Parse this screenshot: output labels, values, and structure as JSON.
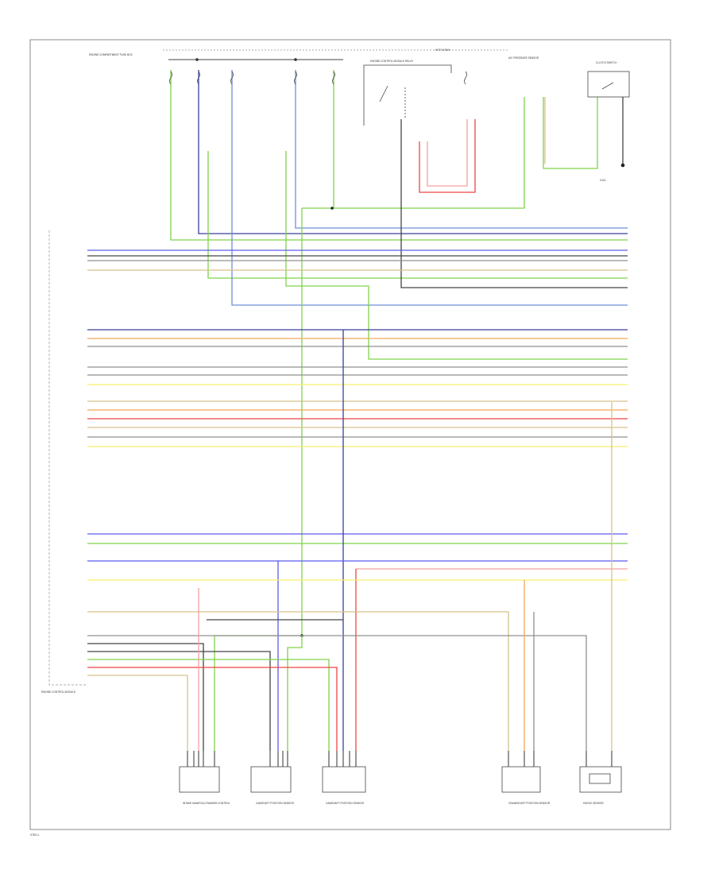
{
  "colors": {
    "frame": "#888888",
    "green": "#7fd34a",
    "blue": "#6d8fd6",
    "darkblue": "#3a3f9e",
    "violet": "#5c5cf0",
    "orange": "#f4a65a",
    "red": "#ee4444",
    "pink": "#f4a0a0",
    "yellow": "#f6f06c",
    "gray": "#909090",
    "darkgray": "#444444",
    "tan": "#d6c28a",
    "black": "#222222"
  },
  "labels": {
    "top_bus": "HOT IN RUN",
    "top_left_block": "ENGINE COMPARTMENT FUSE BOX",
    "relay_block": "ENGINE CONTROL MODULE RELAY",
    "mid_sensor": "A/C PRESSURE SENSOR",
    "top_right_component": "CLUTCH SWITCH",
    "ground_ref": "G101",
    "ecm": "ENGINE CONTROL MODULE",
    "bottom_components": [
      "INTAKE MANIFOLD RUNNER CONTROL",
      "CAMSHAFT POSITION SENSOR",
      "CAMSHAFT POSITION SENSOR",
      "CRANKSHAFT POSITION SENSOR",
      "KNOCK SENSOR"
    ],
    "page_id": "STRG-1"
  }
}
